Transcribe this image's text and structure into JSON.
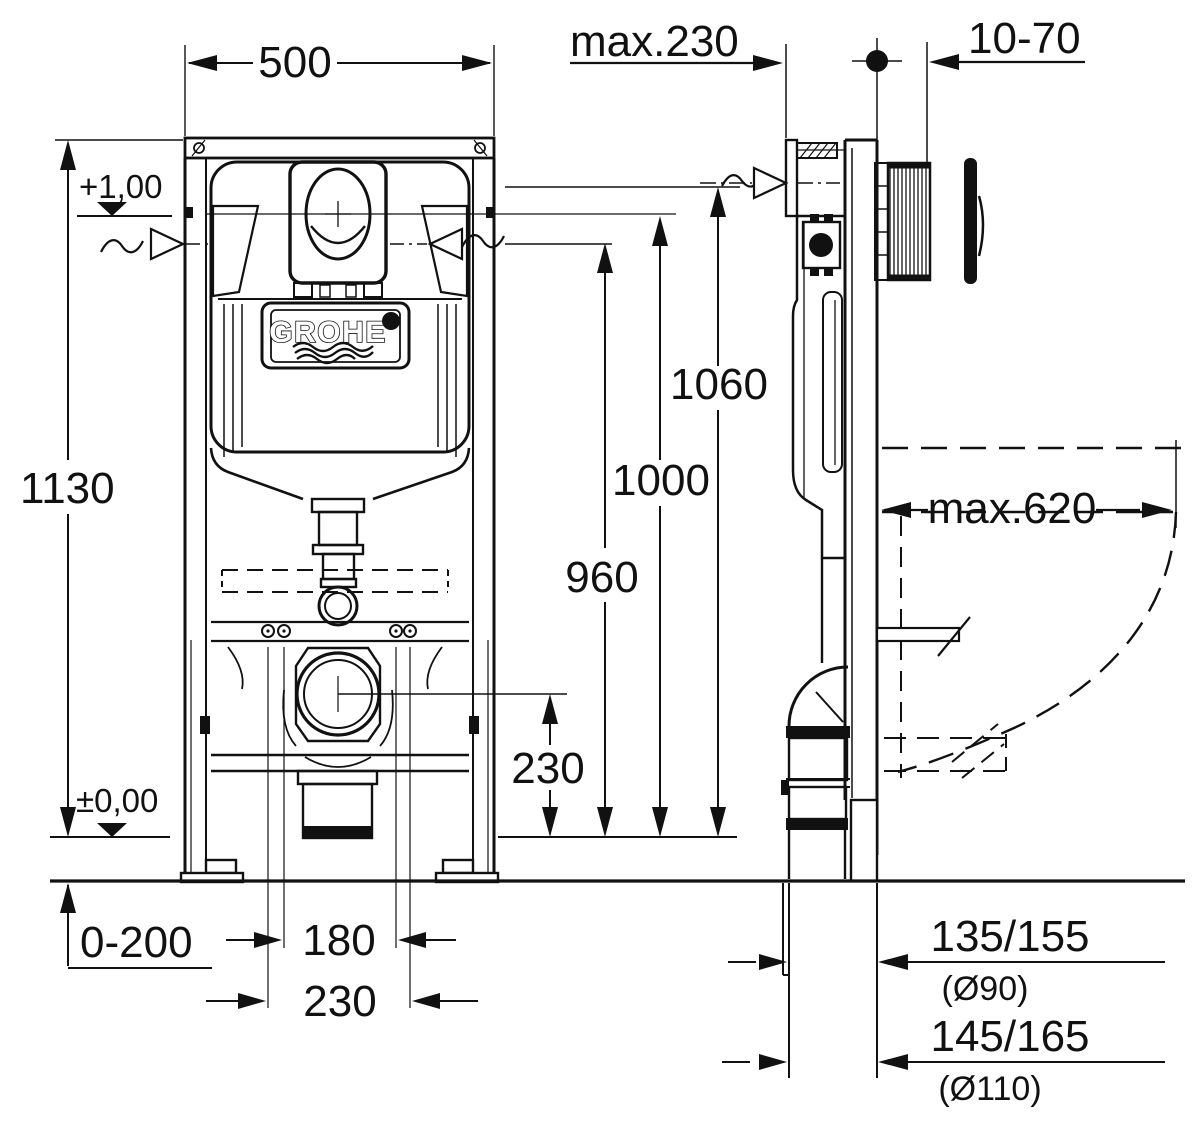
{
  "drawing": {
    "brand": "GROHE",
    "dims": {
      "frame_width": "500",
      "frame_height": "1130",
      "level_plus": "+1,00",
      "level_zero": "±0,00",
      "floor_adjust": "0-200",
      "bolt_spacing": "180",
      "anchor_spacing": "230",
      "drain_center_height": "230",
      "rim_height": "960",
      "plate_center_height": "1000",
      "bracket_height": "1060",
      "max_depth": "max.230",
      "plate_depth_range": "10-70",
      "max_bowl_depth": "max.620",
      "drain_offset_90": "135/155",
      "drain_dia_90": "(Ø90)",
      "drain_offset_110": "145/165",
      "drain_dia_110": "(Ø110)"
    }
  }
}
